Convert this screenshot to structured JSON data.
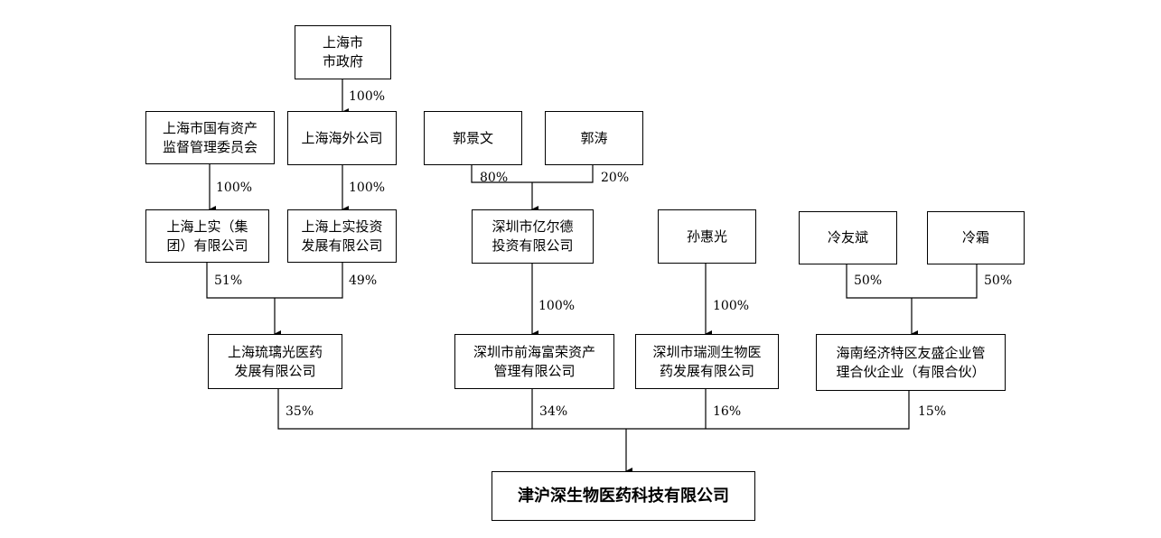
{
  "nodes": {
    "shanghai_gov": "上海市\n市政府",
    "sasac": "上海市国有资产\n监督管理委员会",
    "shanghai_overseas": "上海海外公司",
    "guo_jingwen": "郭景文",
    "guo_tao": "郭涛",
    "sh_shishi_group": "上海上实（集\n团）有限公司",
    "sh_shishi_invest": "上海上实投资\n发展有限公司",
    "sz_yierde": "深圳市亿尔德\n投资有限公司",
    "sun_huiguang": "孙惠光",
    "leng_youbin": "冷友斌",
    "leng_shuang": "冷霜",
    "sh_liuliguang": "上海琉璃光医药\n发展有限公司",
    "sz_qianhai": "深圳市前海富荣资产\n管理有限公司",
    "sz_ruice": "深圳市瑞测生物医\n药发展有限公司",
    "hainan_yousheng": "海南经济特区友盛企业管\n理合伙企业（有限合伙）",
    "target": "津沪深生物医药科技有限公司"
  },
  "percentages": {
    "gov_to_overseas": "100%",
    "sasac_to_group": "100%",
    "overseas_to_invest": "100%",
    "jingwen_to_yierde": "80%",
    "tao_to_yierde": "20%",
    "group_to_liuliguang": "51%",
    "invest_to_liuliguang": "49%",
    "yierde_to_qianhai": "100%",
    "sun_to_ruice": "100%",
    "youbin_to_hainan": "50%",
    "shuang_to_hainan": "50%",
    "liuliguang_to_target": "35%",
    "qianhai_to_target": "34%",
    "ruice_to_target": "16%",
    "hainan_to_target": "15%"
  }
}
